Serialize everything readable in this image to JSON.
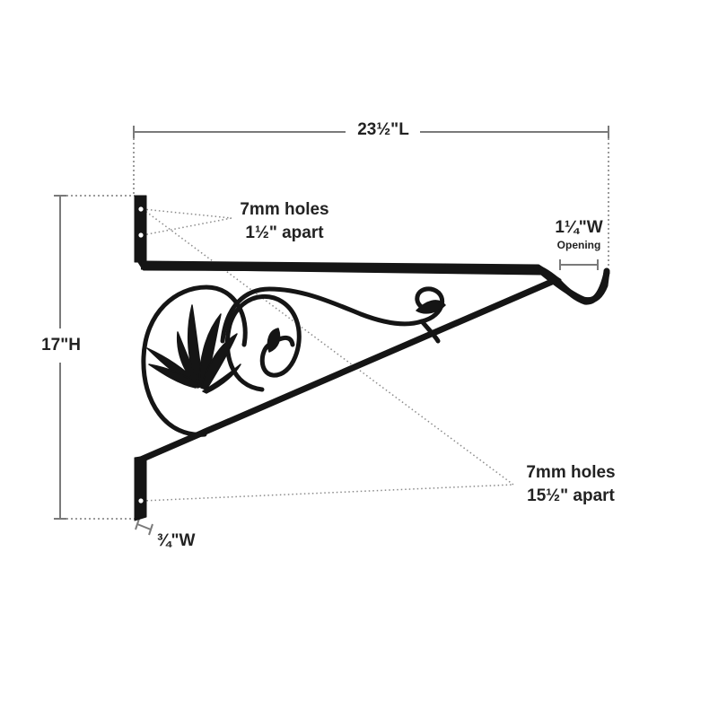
{
  "dimensions": {
    "length": "23½\"L",
    "height": "17\"H",
    "width": "¾\"W",
    "opening_width": "1¼\"W",
    "opening_caption": "Opening"
  },
  "holes": {
    "top": {
      "line1": "7mm holes",
      "line2": "1½\" apart"
    },
    "bottom": {
      "line1": "7mm holes",
      "line2": "15½\" apart"
    }
  },
  "colors": {
    "iron": "#151515",
    "dimension_line": "#7a7a7a",
    "text": "#222222"
  }
}
